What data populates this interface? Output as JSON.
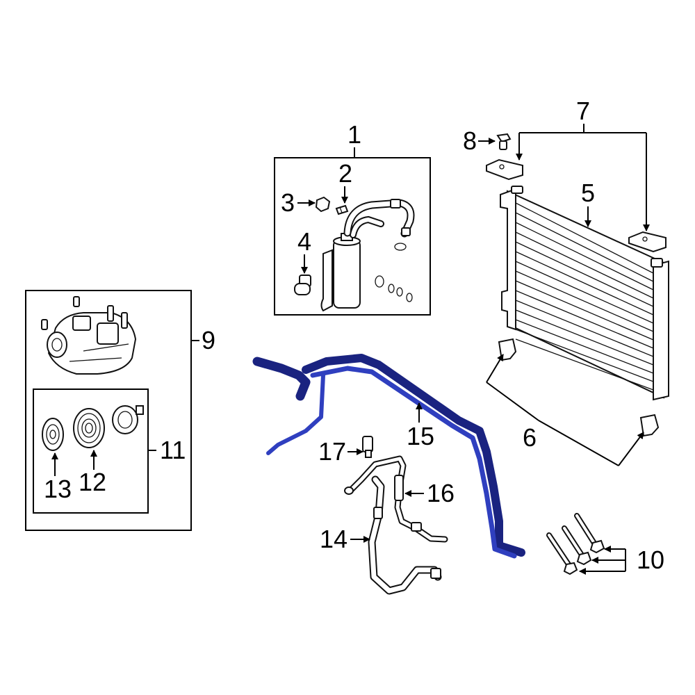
{
  "colors": {
    "highlight": "#2f3fbf",
    "highlight_dark": "#1a2380",
    "line": "#000000",
    "background": "#ffffff"
  },
  "callouts": {
    "c1": "1",
    "c2": "2",
    "c3": "3",
    "c4": "4",
    "c5": "5",
    "c6": "6",
    "c7": "7",
    "c8": "8",
    "c9": "9",
    "c10": "10",
    "c11": "11",
    "c12": "12",
    "c13": "13",
    "c14": "14",
    "c15": "15",
    "c16": "16",
    "c17": "17"
  },
  "highlighted_part": "15"
}
